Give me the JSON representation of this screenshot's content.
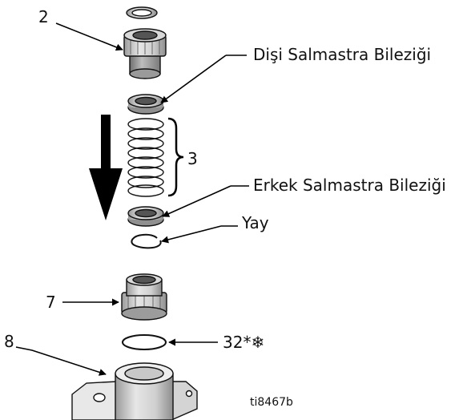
{
  "callouts": {
    "part_2": "2",
    "female_adapter": "Dişi Salmastra Bileziği",
    "part_3": "3",
    "male_adapter": "Erkek Salmastra Bileziği",
    "spring": "Yay",
    "part_7": "7",
    "part_8": "8",
    "part_32": "32*❄",
    "figure_id": "ti8467b"
  }
}
